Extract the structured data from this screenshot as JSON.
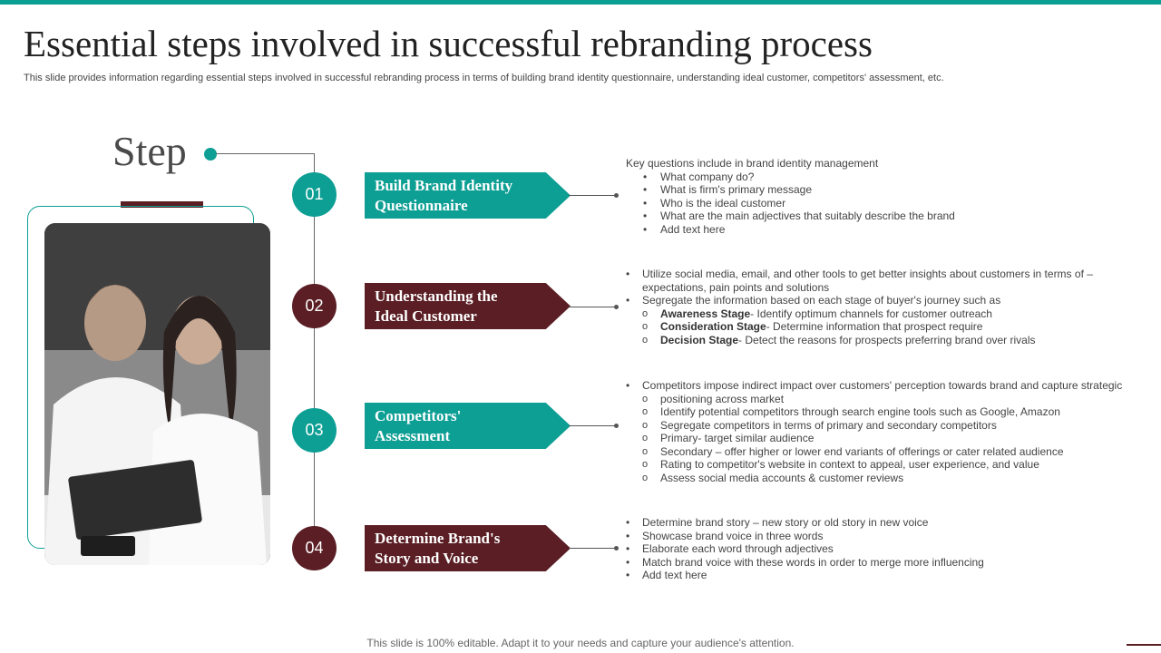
{
  "slide": {
    "title": "Essential steps involved in successful rebranding process",
    "subtitle": "This slide provides information regarding essential steps involved in successful rebranding process in terms of building brand identity questionnaire, understanding ideal customer, competitors' assessment, etc.",
    "step_heading": "Step",
    "footer": "This slide is 100% editable. Adapt it to your needs and capture your audience's attention."
  },
  "colors": {
    "teal": "#0d9e94",
    "maroon": "#5a1e24"
  },
  "photo": {
    "subject": "two people looking at a tablet"
  },
  "steps": [
    {
      "number": "01",
      "title_line1": "Build Brand Identity",
      "title_line2": "Questionnaire",
      "intro": "Key questions include in brand identity management",
      "bullets": [
        "What company do?",
        "What is firm's primary message",
        "Who is the ideal customer",
        "What are the main adjectives that suitably describe the brand",
        "Add text here"
      ]
    },
    {
      "number": "02",
      "title_line1": "Understanding the",
      "title_line2": "Ideal Customer",
      "b1_line1": "Utilize social media, email, and other tools to get better insights about customers in terms of –",
      "b1_line2": "expectations, pain points and solutions",
      "b2": "Segregate the information based on each stage of buyer's journey such as",
      "sub": [
        {
          "bold": "Awareness Stage",
          "text": "- Identify optimum channels for customer outreach"
        },
        {
          "bold": "Consideration  Stage",
          "text": "- Determine information that prospect require"
        },
        {
          "bold": "Decision Stage",
          "text": "- Detect the reasons for prospects preferring brand over rivals"
        }
      ]
    },
    {
      "number": "03",
      "title_line1": "Competitors'",
      "title_line2": "Assessment",
      "b1": "Competitors impose indirect impact over customers' perception towards brand and capture strategic",
      "sub": [
        "positioning across market",
        "Identify potential competitors through search engine tools such as Google, Amazon",
        "Segregate competitors in terms of primary and secondary competitors",
        "Primary- target similar audience",
        "Secondary – offer higher or lower end variants of offerings or cater related audience",
        "Rating to competitor's website in context to appeal, user experience, and value",
        "Assess social media accounts & customer reviews"
      ]
    },
    {
      "number": "04",
      "title_line1": "Determine Brand's",
      "title_line2": "Story and Voice",
      "bullets": [
        "Determine brand story – new story or old story in new voice",
        "Showcase brand voice in three words",
        "Elaborate each word through adjectives",
        "Match brand voice with these words in order to merge more influencing",
        "Add text here"
      ]
    }
  ]
}
